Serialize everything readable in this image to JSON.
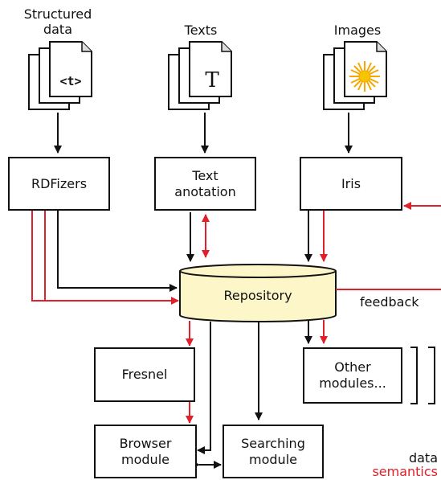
{
  "sources": {
    "structured": {
      "label_line1": "Structured",
      "label_line2": "data",
      "doc_text": "<t>"
    },
    "texts": {
      "label": "Texts",
      "doc_text": "T"
    },
    "images": {
      "label": "Images"
    }
  },
  "boxes": {
    "rdfizers": "RDFizers",
    "text_annotation": {
      "line1": "Text",
      "line2": "anotation"
    },
    "iris": "Iris",
    "repository": "Repository",
    "fresnel": "Fresnel",
    "other_modules": {
      "line1": "Other",
      "line2": "modules..."
    },
    "browser_module": {
      "line1": "Browser",
      "line2": "module"
    },
    "searching_module": {
      "line1": "Searching",
      "line2": "module"
    }
  },
  "feedback_label": "feedback",
  "legend": {
    "data": "data",
    "semantics": "semantics"
  },
  "colors": {
    "data_flow": "#111111",
    "semantics_flow": "#e0202a",
    "repository_fill": "#fdf6c8",
    "sun": "#f6a800"
  }
}
